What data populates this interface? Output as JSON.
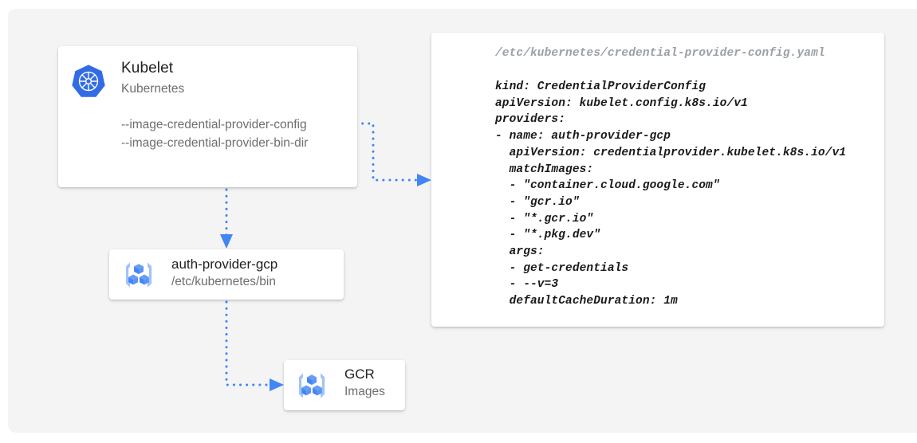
{
  "theme": {
    "page_background": "#ffffff",
    "panel_background": "#f4f4f4",
    "card_background": "#ffffff",
    "accent_blue": "#4285f4",
    "kubernetes_blue": "#326ce5",
    "icon_light_blue": "#a1c2fa",
    "text_primary": "#202124",
    "text_secondary": "#6e6e6e",
    "code_text": "#1a1a1a",
    "code_path_text": "#9aa0a6"
  },
  "kubelet_card": {
    "icon": "kubernetes-helm-wheel-icon",
    "title": "Kubelet",
    "subtitle": "Kubernetes",
    "flags": [
      "--image-credential-provider-config",
      "--image-credential-provider-bin-dir"
    ]
  },
  "auth_provider_card": {
    "icon": "container-registry-icon",
    "title": "auth-provider-gcp",
    "subtitle": "/etc/kubernetes/bin"
  },
  "gcr_card": {
    "icon": "container-registry-icon",
    "title": "GCR",
    "subtitle": "Images"
  },
  "yaml_card": {
    "path": "/etc/kubernetes/credential-provider-config.yaml",
    "code": "kind: CredentialProviderConfig\napiVersion: kubelet.config.k8s.io/v1\nproviders:\n- name: auth-provider-gcp\n  apiVersion: credentialprovider.kubelet.k8s.io/v1\n  matchImages:\n  - \"container.cloud.google.com\"\n  - \"gcr.io\"\n  - \"*.gcr.io\"\n  - \"*.pkg.dev\"\n  args:\n  - get-credentials\n  - --v=3\n  defaultCacheDuration: 1m"
  },
  "connectors": [
    {
      "name": "kubelet-config-to-yaml",
      "style": "dotted-arrow",
      "color": "#4285f4",
      "from": "kubelet-flag-config",
      "to": "yaml-card"
    },
    {
      "name": "kubelet-to-auth-provider",
      "style": "dotted-arrow",
      "color": "#4285f4",
      "from": "kubelet-card",
      "to": "auth-provider-card"
    },
    {
      "name": "auth-provider-to-gcr",
      "style": "dotted-arrow",
      "color": "#4285f4",
      "from": "auth-provider-card",
      "to": "gcr-card"
    }
  ]
}
